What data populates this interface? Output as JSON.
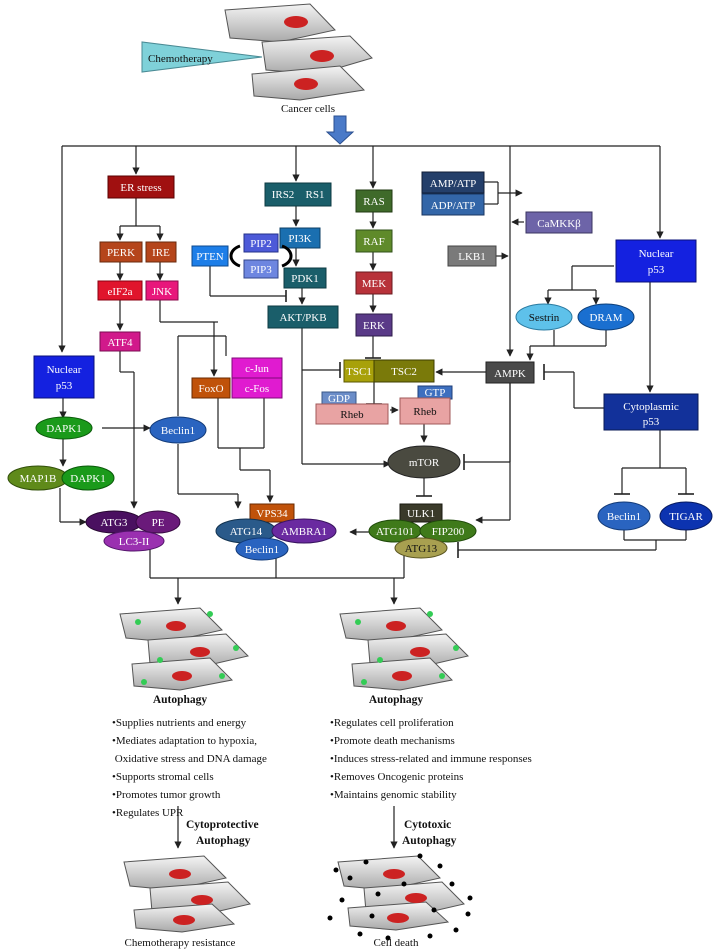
{
  "labels": {
    "chemotherapy": "Chemotherapy",
    "cancer_cells": "Cancer cells",
    "er_stress": "ER stress",
    "perk": "PERK",
    "ire": "IRE",
    "eif2a": "eIF2a",
    "jnk": "JNK",
    "atf4": "ATF4",
    "irs2": "IRS2",
    "rs1": "RS1",
    "pi3k": "PI3K",
    "pip2": "PIP2",
    "pip3": "PIP3",
    "pten": "PTEN",
    "pdk1": "PDK1",
    "akt": "AKT/PKB",
    "ras": "RAS",
    "raf": "RAF",
    "mek": "MEK",
    "erk": "ERK",
    "amp_atp": "AMP/ATP",
    "adp_atp": "ADP/ATP",
    "camkkb": "CaMKKβ",
    "lkb1": "LKB1",
    "nuclear_p53_right_l1": "Nuclear",
    "nuclear_p53_right_l2": "p53",
    "sestrin": "Sestrin",
    "dram": "DRAM",
    "ampk": "AMPK",
    "nuclear_p53_left_l1": "Nuclear",
    "nuclear_p53_left_l2": "p53",
    "dapk1": "DAPK1",
    "map1b": "MAP1B",
    "dapk1_b": "DAPK1",
    "beclin1_left": "Beclin1",
    "c_jun": "c-Jun",
    "c_fos": "c-Fos",
    "foxo": "FoxO",
    "tsc1": "TSC1",
    "tsc2": "TSC2",
    "gdp": "GDP",
    "gtp": "GTP",
    "rheb_gdp": "Rheb",
    "rheb_gtp": "Rheb",
    "mtor": "mTOR",
    "cyto_p53_l1": "Cytoplasmic",
    "cyto_p53_l2": "p53",
    "beclin1_right": "Beclin1",
    "tigar": "TIGAR",
    "ulk1": "ULK1",
    "atg101": "ATG101",
    "fip200": "FIP200",
    "atg13": "ATG13",
    "vps34": "VPS34",
    "atg14": "ATG14",
    "ambra1": "AMBRA1",
    "beclin1_complex": "Beclin1",
    "atg3": "ATG3",
    "pe": "PE",
    "lc3": "LC3-II",
    "autophagy_left": "Autophagy",
    "autophagy_right": "Autophagy",
    "cytoprotective_l1": "Cytoprotective",
    "cytoprotective_l2": "Autophagy",
    "cytotoxic_l1": "Cytotoxic",
    "cytotoxic_l2": "Autophagy",
    "chemo_resistance": "Chemotherapy resistance",
    "cell_death": "Cell death"
  },
  "left_bullets": [
    "•Supplies nutrients and energy",
    "•Mediates adaptation to hypoxia,",
    " Oxidative stress and DNA damage",
    "•Supports stromal cells",
    "•Promotes tumor growth",
    "•Regulates UPR"
  ],
  "right_bullets": [
    "•Regulates cell proliferation",
    "•Promote death mechanisms",
    "•Induces stress-related and immune responses",
    "•Removes Oncogenic proteins",
    "•Maintains genomic stability"
  ]
}
